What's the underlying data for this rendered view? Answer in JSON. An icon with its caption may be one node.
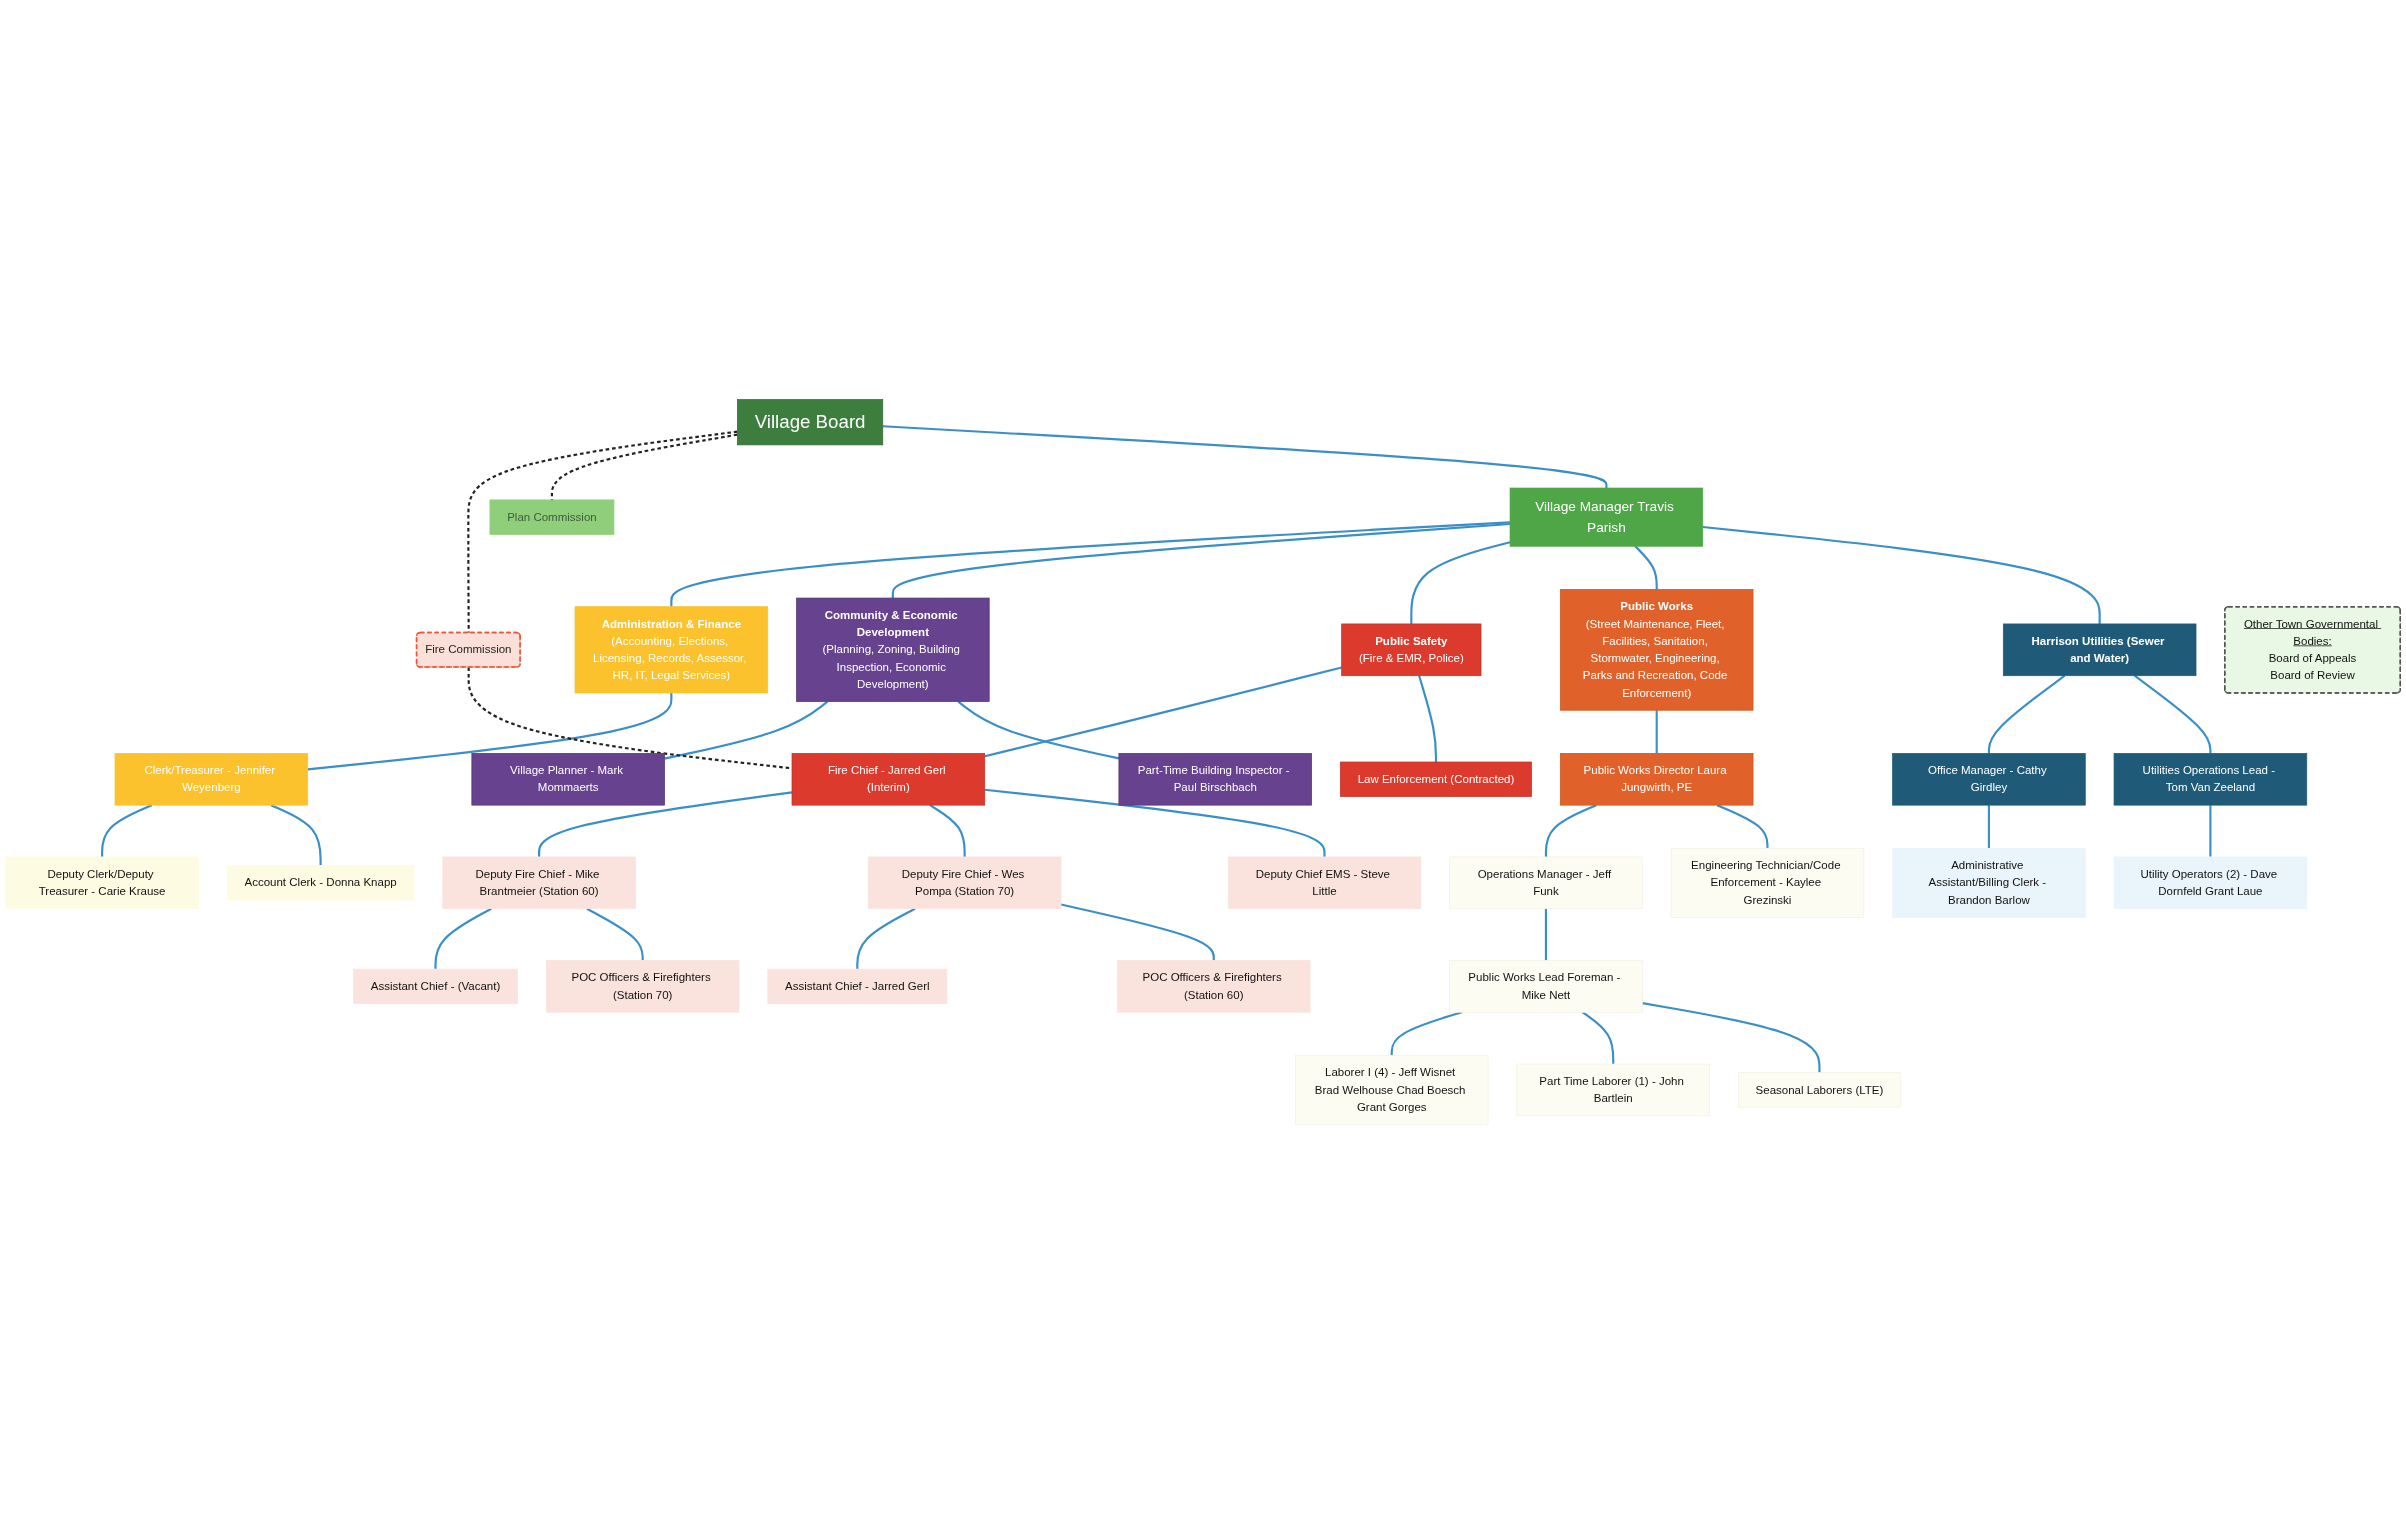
{
  "diagram": {
    "nodes": [
      {
        "text": [
          "Village Board"
        ]
      },
      {
        "text": [
          "Fire Commission"
        ]
      },
      {
        "text": [
          "Plan Commission"
        ]
      },
      {
        "text": [
          "Village Manager Travis Parish"
        ]
      },
      {
        "text": [
          "Other Town Governmental Bodies:",
          "Board of Appeals",
          "Board of Review"
        ]
      },
      {
        "text": [
          "Administration & Finance",
          "(Accounting, Elections, Licensing, Records, Assessor, HR, IT, Legal Services)"
        ]
      },
      {
        "text": [
          "Community & Economic Development",
          "(Planning, Zoning, Building Inspection, Economic Development)"
        ]
      },
      {
        "text": [
          "Public Safety",
          "(Fire & EMR, Police)"
        ]
      },
      {
        "text": [
          "Public Works",
          "(Street Maintenance, Fleet, Facilities, Sanitation, Stormwater, Engineering, Parks and Recreation, Code Enforcement)"
        ]
      },
      {
        "text": [
          "Harrison Utilities (Sewer and Water)"
        ]
      },
      {
        "text": [
          "Clerk/Treasurer - Jennifer Weyenberg"
        ]
      },
      {
        "text": [
          "Village Planner - Mark Mommaerts"
        ]
      },
      {
        "text": [
          "Part-Time Building Inspector - Paul Birschbach"
        ]
      },
      {
        "text": [
          "Fire Chief - Jarred Gerl (Interim)"
        ]
      },
      {
        "text": [
          "Law Enforcement (Contracted)"
        ]
      },
      {
        "text": [
          "Public Works Director Laura Jungwirth, PE"
        ]
      },
      {
        "text": [
          "Office Manager - Cathy Girdley"
        ]
      },
      {
        "text": [
          "Utilities Operations Lead - Tom Van Zeeland"
        ]
      },
      {
        "text": [
          "Deputy Clerk/Deputy Treasurer - Carie Krause"
        ]
      },
      {
        "text": [
          "Account Clerk - Donna Knapp"
        ]
      },
      {
        "text": [
          "Deputy Fire Chief - Mike Brantmeier (Station 60)"
        ]
      },
      {
        "text": [
          "Deputy Fire Chief - Wes Pompa (Station 70)"
        ]
      },
      {
        "text": [
          "Deputy Chief EMS - Steve Little"
        ]
      },
      {
        "text": [
          "Assistant Chief - (Vacant)"
        ]
      },
      {
        "text": [
          "POC Officers & Firefighters (Station 70)"
        ]
      },
      {
        "text": [
          "Assistant Chief - Jarred Gerl"
        ]
      },
      {
        "text": [
          "POC Officers & Firefighters (Station 60)"
        ]
      },
      {
        "text": [
          "Operations Manager - Jeff Funk"
        ]
      },
      {
        "text": [
          "Engineering Technician/Code Enforcement - Kaylee Grezinski"
        ]
      },
      {
        "text": [
          "Public Works Lead Foreman - Mike Nett"
        ]
      },
      {
        "text": [
          "Laborer I (4) - Jeff Wisnet Brad Welhouse Chad Boesch Grant Gorges"
        ]
      },
      {
        "text": [
          "Part Time Laborer (1) - John Bartlein"
        ]
      },
      {
        "text": [
          "Seasonal Laborers (LTE)"
        ]
      },
      {
        "text": [
          "Administrative Assistant/Billing Clerk - Brandon Barlow"
        ]
      },
      {
        "text": [
          "Utility Operators (2) - Dave Dornfeld Grant Laue"
        ]
      }
    ],
    "edges": [
      {
        "from": 0,
        "to": 1,
        "arrow": "none",
        "style": "dashed",
        "color": "#222222"
      },
      {
        "from": 0,
        "to": 2,
        "arrow": "none",
        "style": "dashed",
        "color": "#222222"
      },
      {
        "from": 0,
        "to": 3,
        "arrow": "none"
      },
      {
        "from": 3,
        "to": 5,
        "arrow": "none"
      },
      {
        "from": 3,
        "to": 6,
        "arrow": "none"
      },
      {
        "from": 3,
        "to": 7,
        "arrow": "none"
      },
      {
        "from": 3,
        "to": 8,
        "arrow": "none"
      },
      {
        "from": 3,
        "to": 9,
        "arrow": "none"
      },
      {
        "from": 5,
        "to": 10,
        "arrow": "none"
      },
      {
        "from": 6,
        "to": 11,
        "arrow": "none"
      },
      {
        "from": 6,
        "to": 12,
        "arrow": "none"
      },
      {
        "from": 7,
        "to": 13,
        "arrow": "none"
      },
      {
        "from": 7,
        "to": 14,
        "arrow": "none"
      },
      {
        "from": 8,
        "to": 15,
        "arrow": "none"
      },
      {
        "from": 9,
        "to": 16,
        "arrow": "none"
      },
      {
        "from": 9,
        "to": 17,
        "arrow": "none"
      },
      {
        "from": 10,
        "to": 18,
        "arrow": "none"
      },
      {
        "from": 10,
        "to": 19,
        "arrow": "none"
      },
      {
        "from": 13,
        "to": 20,
        "arrow": "none"
      },
      {
        "from": 13,
        "to": 21,
        "arrow": "none"
      },
      {
        "from": 13,
        "to": 22,
        "arrow": "none"
      },
      {
        "from": 20,
        "to": 23,
        "arrow": "none"
      },
      {
        "from": 20,
        "to": 24,
        "arrow": "none"
      },
      {
        "from": 21,
        "to": 25,
        "arrow": "none"
      },
      {
        "from": 21,
        "to": 26,
        "arrow": "none"
      },
      {
        "from": 15,
        "to": 27,
        "arrow": "none"
      },
      {
        "from": 15,
        "to": 28,
        "arrow": "none"
      },
      {
        "from": 27,
        "to": 29,
        "arrow": "none"
      },
      {
        "from": 29,
        "to": 30,
        "arrow": "none"
      },
      {
        "from": 29,
        "to": 31,
        "arrow": "none"
      },
      {
        "from": 29,
        "to": 32,
        "arrow": "none"
      },
      {
        "from": 16,
        "to": 33,
        "arrow": "none"
      },
      {
        "from": 17,
        "to": 34,
        "arrow": "none"
      },
      {
        "from": 1,
        "to": 13,
        "arrow": "none",
        "style": "dashed",
        "color": "#222222"
      }
    ]
  }
}
